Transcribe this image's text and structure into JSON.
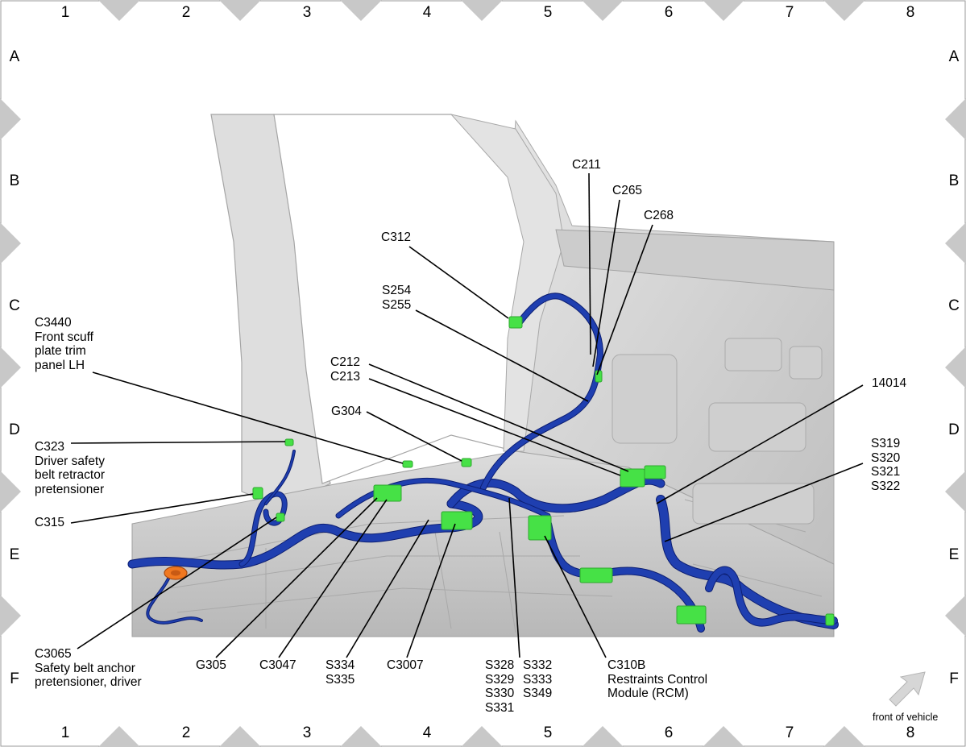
{
  "grid": {
    "columns": [
      "1",
      "2",
      "3",
      "4",
      "5",
      "6",
      "7",
      "8"
    ],
    "rows": [
      "A",
      "B",
      "C",
      "D",
      "E",
      "F"
    ]
  },
  "callouts": [
    {
      "id": "c211",
      "text": "C211"
    },
    {
      "id": "c265",
      "text": "C265"
    },
    {
      "id": "c268",
      "text": "C268"
    },
    {
      "id": "c312",
      "text": "C312"
    },
    {
      "id": "s254",
      "text": "S254\nS255"
    },
    {
      "id": "c3440",
      "text": "C3440\nFront scuff\nplate trim\npanel LH"
    },
    {
      "id": "c212",
      "text": "C212\nC213"
    },
    {
      "id": "g304",
      "text": "G304"
    },
    {
      "id": "n14014",
      "text": "14014"
    },
    {
      "id": "c323",
      "text": "C323\nDriver safety\nbelt retractor\npretensioner"
    },
    {
      "id": "s319",
      "text": "S319\nS320\nS321\nS322"
    },
    {
      "id": "c315",
      "text": "C315"
    },
    {
      "id": "c3065",
      "text": "C3065\nSafety belt anchor\npretensioner, driver"
    },
    {
      "id": "g305",
      "text": "G305"
    },
    {
      "id": "c3047",
      "text": "C3047"
    },
    {
      "id": "s334",
      "text": "S334\nS335"
    },
    {
      "id": "c3007",
      "text": "C3007"
    },
    {
      "id": "s328",
      "text": "S328\nS329\nS330\nS331"
    },
    {
      "id": "s332",
      "text": "S332\nS333\nS349"
    },
    {
      "id": "c310b",
      "text": "C310B\nRestraints Control\nModule (RCM)"
    }
  ],
  "front_of_vehicle": "front of vehicle",
  "colors": {
    "harness": "#1f3fb0",
    "harness_dark": "#0d1f73",
    "connector": "#46e146",
    "grommet": "#f07820",
    "body": "#d9d9d9",
    "border_triangle": "#c8c8c8"
  }
}
